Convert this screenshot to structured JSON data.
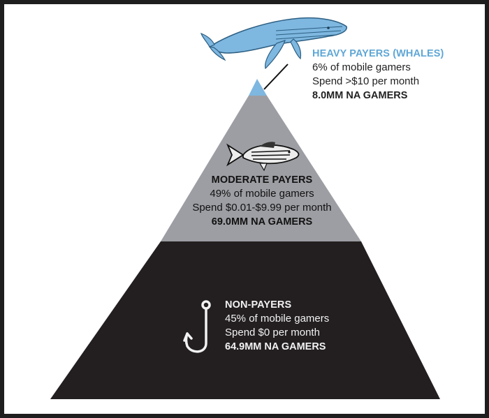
{
  "tiers": {
    "whales": {
      "title": "HEAVY PAYERS (WHALES)",
      "share": "6% of mobile gamers",
      "spend": "Spend >$10 per month",
      "count": "8.0MM NA GAMERS",
      "color": "#7eb7e0",
      "icon": "whale-icon"
    },
    "moderate": {
      "title": "MODERATE PAYERS",
      "share": "49% of mobile gamers",
      "spend": "Spend $0.01-$9.99 per month",
      "count": "69.0MM NA GAMERS",
      "color": "#9d9ea3",
      "icon": "fish-icon"
    },
    "nonpayers": {
      "title": "NON-PAYERS",
      "share": "45% of mobile gamers",
      "spend": "Spend $0 per month",
      "count": "64.9MM NA GAMERS",
      "color": "#231f20",
      "icon": "fishhook-icon"
    }
  }
}
